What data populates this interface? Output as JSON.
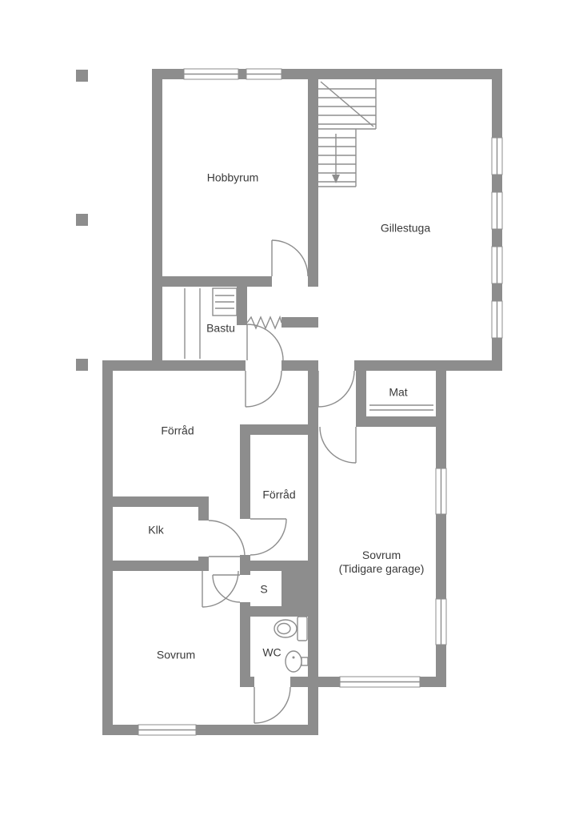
{
  "plan": {
    "type": "floor-plan",
    "background": "#ffffff",
    "wall_color": "#8d8d8d",
    "line_color": "#8d8d8d",
    "text_color": "#3a3a3a"
  },
  "rooms": {
    "hobbyrum": {
      "label": "Hobbyrum"
    },
    "gillestuga": {
      "label": "Gillestuga"
    },
    "bastu": {
      "label": "Bastu"
    },
    "forrad_left": {
      "label": "Förråd"
    },
    "mat": {
      "label": "Mat"
    },
    "forrad_center": {
      "label": "Förråd"
    },
    "klk": {
      "label": "Klk"
    },
    "sovrum_garage": {
      "label": "Sovrum",
      "sublabel": "(Tidigare garage)"
    },
    "s_closet": {
      "label": "S"
    },
    "wc": {
      "label": "WC"
    },
    "sovrum": {
      "label": "Sovrum"
    }
  },
  "fixtures": {
    "toilet": "toilet-icon",
    "sink": "sink-icon",
    "sauna_heater": "sauna-heater-icon",
    "sauna_stove": "sauna-stove-icon",
    "stairs": "stairs-icon",
    "stairs_direction": "down"
  }
}
